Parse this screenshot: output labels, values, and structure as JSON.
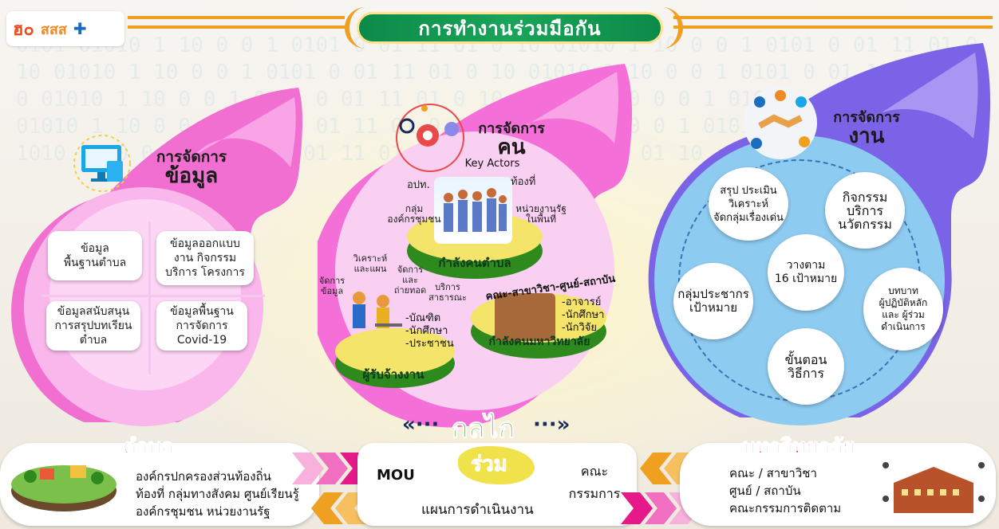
{
  "header": {
    "title": "การทำงานร่วมมือกัน",
    "logo_marks": [
      "ฮ๐",
      "สสส",
      "✚"
    ]
  },
  "left_panel": {
    "heading_line1": "การจัดการ",
    "heading_line2": "ข้อมูล",
    "boxes": [
      "ข้อมูล\nพื้นฐานตำบล",
      "ข้อมูลออกแบบ\nงาน กิจกรรม\nบริการ โครงการ",
      "ข้อมูลสนับสนุน\nการสรุปบทเรียน\nตำบล",
      "ข้อมูลพื้นฐาน\nการจัดการ\nCovid-19"
    ]
  },
  "center_panel": {
    "heading_line1": "การจัดการ",
    "heading_line2": "คน",
    "key_actors": "Key Actors",
    "labels": {
      "opt": "อปท.",
      "local": "ท้องที่",
      "community": "กลุ่ม\nองค์กรชุมชน",
      "state": "หน่วยงานรัฐ\nในพื้นที่",
      "analyze": "วิเคราะห์\nและแผน",
      "manage_data": "จัดการ\nข้อมูล",
      "manage_transfer": "จัดการ\nและถ่ายทอด",
      "public": "บริการ\nสาธารณะ",
      "faculty": "คณะ-สาขาวิชา-ศูนย์-สถาบัน"
    },
    "worker_list": [
      "-บัณฑิต",
      "-นักศึกษา",
      "-ประชาชน"
    ],
    "uni_list": [
      "-อาจารย์",
      "-นักศึกษา",
      "-นักวิจัย"
    ],
    "discs": {
      "top": "กำลังคนตำบล",
      "bottom_left": "ผู้รับจ้างงาน",
      "bottom_right": "กำลังคนมหาวิทยาลัย"
    }
  },
  "right_panel": {
    "heading_line1": "การจัดการ",
    "heading_line2": "งาน",
    "bubbles": [
      "สรุป ประเมิน\nวิเคราะห์\nจัดกลุ่มเรื่องเด่น",
      "กิจกรรม\nบริการ\nนวัตกรรม",
      "วางตาม\n16 เป้าหมาย",
      "กลุ่มประชากร\nเป้าหมาย",
      "บทบาท\nผู้ปฏิบัติหลัก\nและ ผู้ร่วม\nดำเนินการ",
      "ขั้นตอน\nวิธีการ"
    ]
  },
  "mechanism": {
    "label": "กลไก",
    "left_arrows": "«···",
    "right_arrows": "···»"
  },
  "bottom": {
    "left_title": "ตำบล",
    "left_lines": [
      "องค์กรปกครองส่วนท้องถิ่น",
      "ท้องที่ กลุ่มทางสังคม ศูนย์เรียนรู้",
      "องค์กรชุมชน หน่วยงานรัฐ"
    ],
    "mou": "MOU",
    "joint": "ร่วม",
    "committee": "คณะ\nกรรมการ",
    "plan": "แผนการดำเนินงาน",
    "right_title": "มหาวิทยาลัย",
    "right_lines": [
      "คณะ / สาขาวิชา",
      "ศูนย์ / สถาบัน",
      "คณะกรรมการติดตาม"
    ]
  },
  "colors": {
    "header_green": "#0c8a4a",
    "header_orange": "#f0a020",
    "pink": "#f06fd0",
    "pink_light": "#f7b5ea",
    "violet": "#7a63e6",
    "blue_light": "#8ecbf0",
    "green_disc": "#2f8a1e",
    "yellow_disc": "#f4e46a"
  }
}
